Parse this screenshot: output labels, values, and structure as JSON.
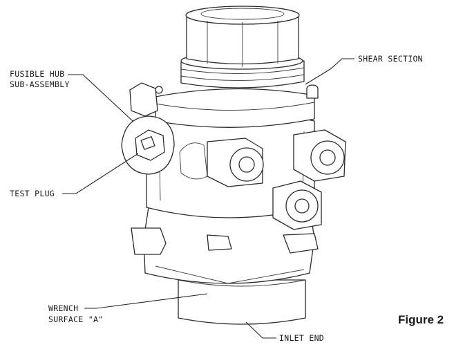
{
  "labels": {
    "fusible_hub_line1": "FUSIBLE HUB",
    "fusible_hub_line2": "SUB-ASSEMBLY",
    "shear_section": "SHEAR SECTION",
    "test_plug": "TEST PLUG",
    "wrench_line1": "WRENCH",
    "wrench_line2": "SURFACE \"A\"",
    "inlet_end": "INLET END"
  },
  "caption": "Figure 2"
}
